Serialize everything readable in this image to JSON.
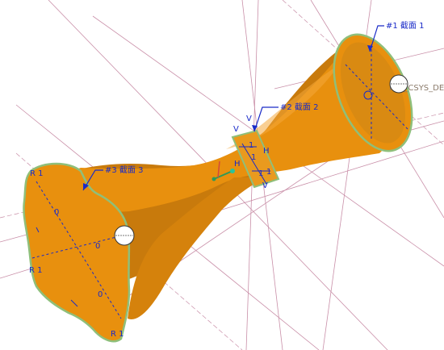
{
  "section_labels": {
    "section1": "#1 截面 1",
    "section2": "#2 截面 2",
    "section3": "#3 截面 3"
  },
  "csys_label": "PRT_CSYS_DEF",
  "dimension_marks": {
    "r1_top": "R 1",
    "r1_left": "R 1",
    "r1_bottom": "R 1",
    "one_a": "1",
    "one_b": "1",
    "one_c": "1",
    "one_d": "1",
    "h_a": "H",
    "h_b": "H",
    "v_a": "V",
    "v_b": "V",
    "v_c": "V",
    "zero_a": "0",
    "zero_b": "0",
    "zero_c": "0"
  },
  "colors": {
    "surface": "#e8900e",
    "surface_dark": "#b8650a",
    "edge": "#8fbf7a",
    "datum": "#c98fa8",
    "annotation": "#1a2bc8",
    "background": "#ffffff"
  }
}
